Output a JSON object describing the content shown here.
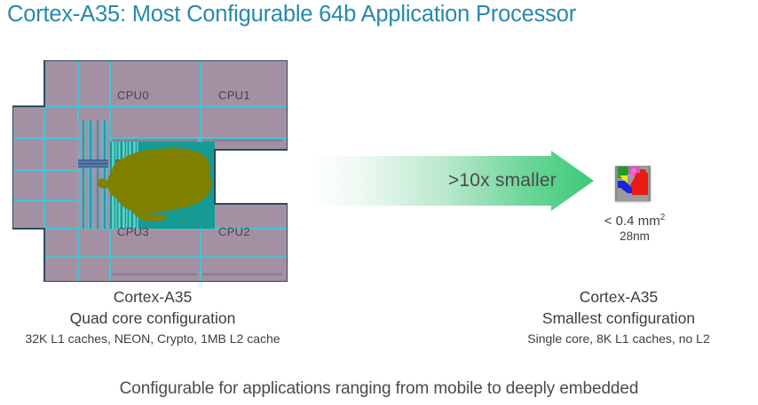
{
  "slide": {
    "title": "Cortex-A35: Most Configurable 64b Application Processor",
    "title_color": "#2789ad",
    "footer": "Configurable for applications ranging from mobile to deeply embedded"
  },
  "left_die": {
    "alt": "quad-core-die-plot",
    "core_labels": [
      "CPU0",
      "CPU1",
      "CPU2",
      "CPU3"
    ],
    "colors": {
      "block": "#a391a3",
      "grid": "#3fc8d8",
      "outline": "#2b4a5e",
      "olive": "#808000",
      "teal": "#159b94",
      "steel": "#5878a8"
    }
  },
  "arrow": {
    "label": ">10x smaller",
    "gradient_start": "#ffffff",
    "gradient_end": "#3cc878",
    "text_color": "#4a4a4a"
  },
  "small_die": {
    "alt": "single-core-die-plot",
    "area": "< 0.4 mm",
    "area_exponent": "2",
    "process_node": "28nm",
    "colors": {
      "red": "#e81c15",
      "blue": "#1823e0",
      "green": "#1f9a28",
      "yellow": "#f0e81a",
      "magenta": "#e84cc0",
      "gray": "#9a9a9a"
    }
  },
  "caption_left": {
    "line1": "Cortex-A35",
    "line2": "Quad core configuration",
    "line3": "32K L1 caches, NEON, Crypto, 1MB L2 cache"
  },
  "caption_right": {
    "line1": "Cortex-A35",
    "line2": "Smallest configuration",
    "line3": "Single core, 8K L1 caches, no L2"
  }
}
